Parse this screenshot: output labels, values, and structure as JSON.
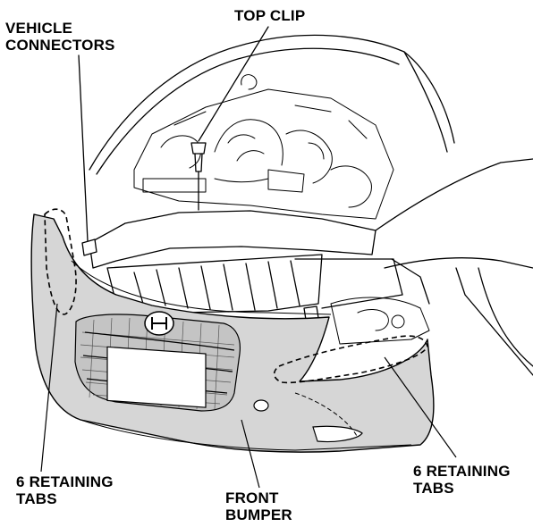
{
  "labels": {
    "top_clip": "TOP CLIP",
    "vehicle_connectors": "VEHICLE\nCONNECTORS",
    "retaining_tabs_left": "6 RETAINING\nTABS",
    "retaining_tabs_right": "6 RETAINING\nTABS",
    "front_bumper": "FRONT\nBUMPER"
  },
  "colors": {
    "line": "#000000",
    "bumper_fill": "#d6d6d6",
    "background": "#ffffff"
  }
}
